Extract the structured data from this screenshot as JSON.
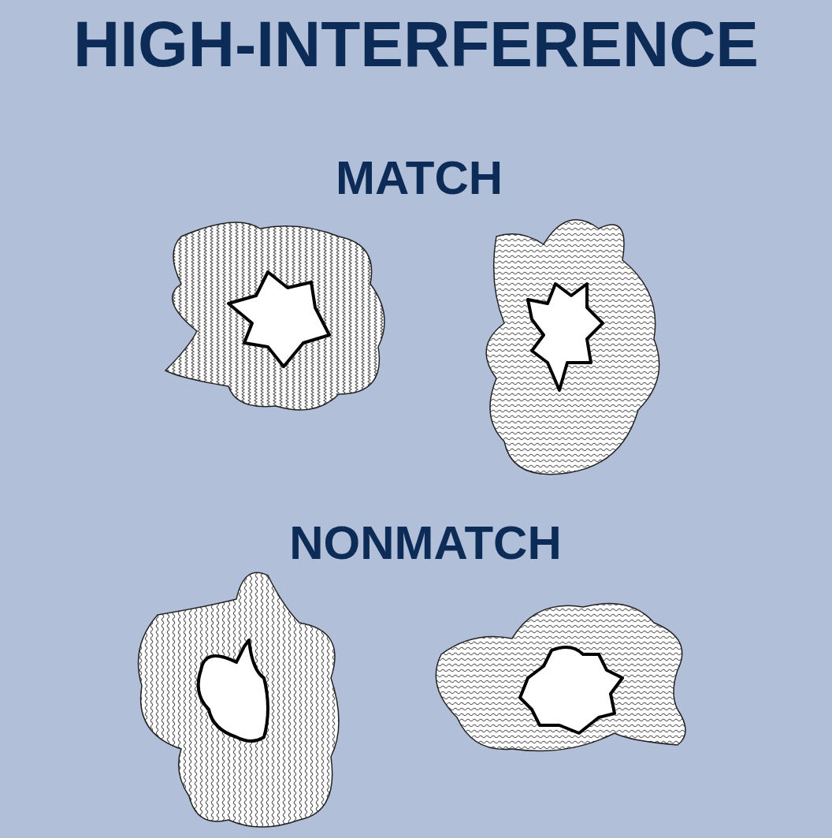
{
  "diagram": {
    "title": "HIGH-INTERFERENCE",
    "labels": [
      "MATCH",
      "NONMATCH"
    ]
  }
}
